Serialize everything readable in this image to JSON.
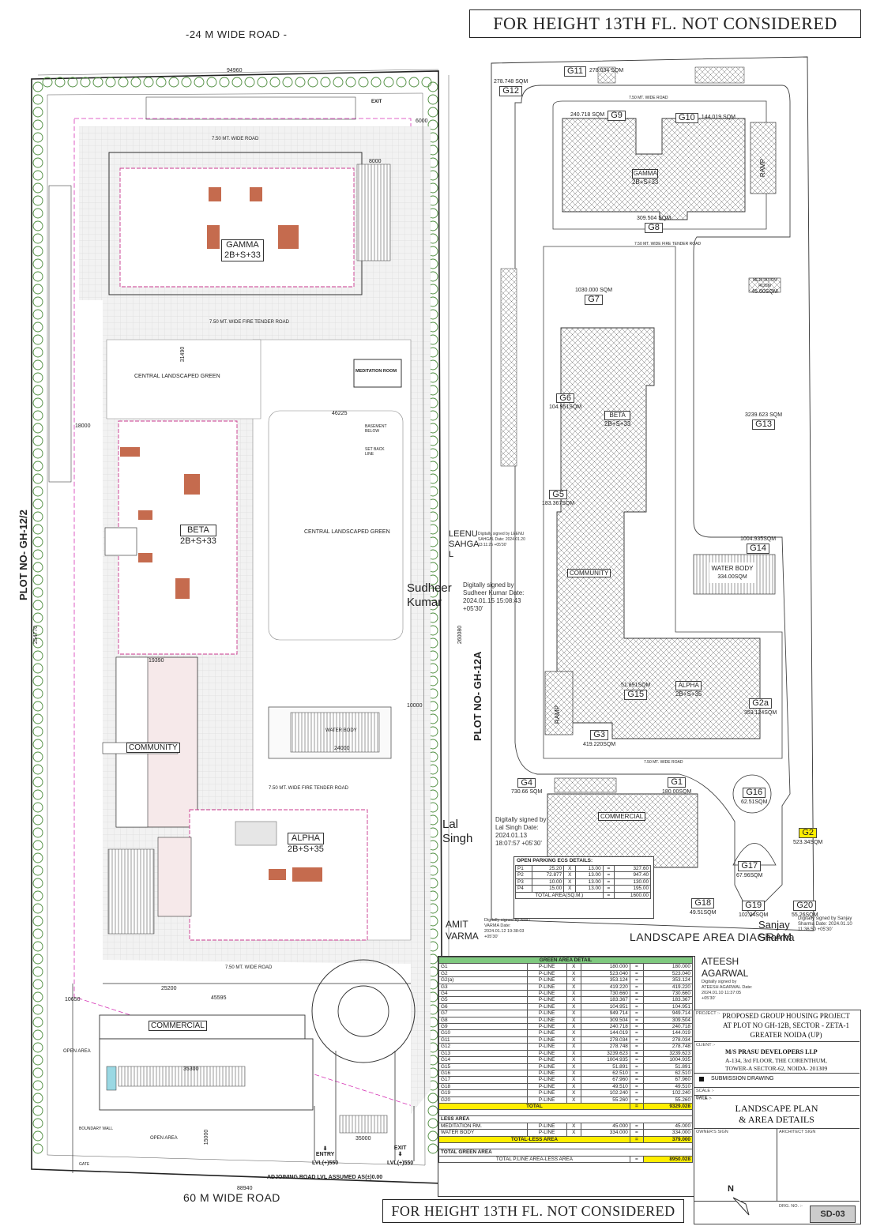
{
  "banners": {
    "top": "FOR HEIGHT 13TH FL. NOT CONSIDERED",
    "bottom": "FOR HEIGHT 13TH FL. NOT CONSIDERED"
  },
  "roads": {
    "top": "-24 M WIDE ROAD  -",
    "bottom": "60 M WIDE ROAD",
    "left_plot": "PLOT NO- GH-12/2",
    "right_plot": "PLOT NO- GH-12A",
    "adjoining": "ADJOINING ROAD LVL ASSUMED AS(±)0.00",
    "wide_road": "7.50 MT. WIDE ROAD",
    "fire_tender": "7.50 MT. WIDE FIRE TENDER ROAD"
  },
  "site": {
    "towers": [
      {
        "name": "GAMMA",
        "floors": "2B+S+33"
      },
      {
        "name": "BETA",
        "floors": "2B+S+33"
      },
      {
        "name": "ALPHA",
        "floors": "2B+S+35"
      }
    ],
    "labels": {
      "community": "COMMUNITY",
      "commercial": "COMMERCIAL",
      "central_green": "CENTRAL LANDSCAPED GREEN",
      "water_body": "WATER BODY",
      "meditation": "MEDITATION ROOM",
      "entry": "ENTRY",
      "exit": "EXIT",
      "entry_lvl": "LVL(+)550",
      "exit_lvl": "LVL(+)550",
      "open_area": "OPEN AREA",
      "boundary": "BOUNDARY WALL",
      "gate": "GATE",
      "basement": "BASEMENT BELOW",
      "set_back": "SET BACK LINE"
    },
    "dimensions": {
      "top": "94960",
      "bottom": "88940",
      "right": "260080",
      "left": "254770",
      "d1": "46225",
      "d2": "31490",
      "d3": "24000",
      "d4": "35000",
      "d5": "45595",
      "d6": "25200",
      "d7": "19390",
      "d8": "18000",
      "d9": "10000",
      "d10": "6000",
      "d11": "8000",
      "d12": "35300",
      "d13": "10650",
      "d14": "15000"
    }
  },
  "diagram": {
    "title": "LANDSCAPE AREA DIAGRAM",
    "wide_road": "7.50 MT. WIDE ROAD",
    "fire_tender": "7.50 MT. WIDE FIRE TENDER ROAD",
    "towers": [
      {
        "name": "GAMMA",
        "floors": "2B+S+33"
      },
      {
        "name": "BETA",
        "floors": "2B+S+33"
      },
      {
        "name": "ALPHA",
        "floors": "2B+S+35"
      }
    ],
    "community": "COMMUNITY",
    "commercial": "COMMERCIAL",
    "water_body": "WATER BODY",
    "water_area": "334.00SQM",
    "meditation": "MEDITATION ROOM",
    "meditation_area": "45.00SQM",
    "ramp": "RAMP",
    "zones": [
      {
        "id": "G1",
        "area": "180.00SQM"
      },
      {
        "id": "G2",
        "area": "523.34SQM"
      },
      {
        "id": "G2a",
        "area": "353.124SQM"
      },
      {
        "id": "G3",
        "area": "419.220SQM"
      },
      {
        "id": "G4",
        "area": "730.66 SQM"
      },
      {
        "id": "G5",
        "area": "183.367SQM"
      },
      {
        "id": "G6",
        "area": "104.951SQM"
      },
      {
        "id": "G7",
        "area": "1030.000 SQM"
      },
      {
        "id": "G8",
        "area": "309.504 SQM"
      },
      {
        "id": "G9",
        "area": "240.718 SQM"
      },
      {
        "id": "G10",
        "area": "144.019 SQM"
      },
      {
        "id": "G11",
        "area": "278.034 SQM"
      },
      {
        "id": "G12",
        "area": "278.748 SQM"
      },
      {
        "id": "G13",
        "area": "3239.623 SQM"
      },
      {
        "id": "G14",
        "area": "1004.935SQM"
      },
      {
        "id": "G15",
        "area": "51.891SQM"
      },
      {
        "id": "G16",
        "area": "62.51SQM"
      },
      {
        "id": "G17",
        "area": "67.96SQM"
      },
      {
        "id": "G18",
        "area": "49.51SQM"
      },
      {
        "id": "G19",
        "area": "102.24SQM"
      },
      {
        "id": "G20",
        "area": "55.26SQM"
      }
    ]
  },
  "signatures": [
    {
      "name": "LEENU SAHGA L",
      "text": "Digitally signed by LEENU SAHGAL Date: 2024.01.20 13:11:25 +05'30'"
    },
    {
      "name": "Sudheer Kumar",
      "text": "Digitally signed by Sudheer Kumar Date: 2024.01.15 15:08:43 +05'30'"
    },
    {
      "name": "Lal Singh",
      "text": "Digitally signed by Lal Singh Date: 2024.01.13 18:07:57 +05'30'"
    },
    {
      "name": "AMIT VARMA",
      "text": "Digitally signed by AMIT VARMA Date: 2024.01.12 19:38:03 +05'30'"
    },
    {
      "name": "Sanjay Sharma",
      "text": "Digitally signed by Sanjay Sharma Date: 2024.01.10 11:36:50 +05'30'"
    },
    {
      "name": "ATEESH AGARWAL",
      "text": "Digitally signed by ATEESH AGARWAL Date: 2024.01.10 11:37:05 +05'30'"
    }
  ],
  "parking": {
    "title": "OPEN PARKING ECS DETAILS:",
    "rows": [
      [
        "P1",
        "25.20",
        "X",
        "13.00",
        "=",
        "327.60"
      ],
      [
        "P2",
        "72.877",
        "X",
        "13.00",
        "=",
        "947.40"
      ],
      [
        "P3",
        "10.00",
        "X",
        "13.00",
        "=",
        "130.00"
      ],
      [
        "P4",
        "15.00",
        "X",
        "13.00",
        "=",
        "195.00"
      ]
    ],
    "total_label": "TOTAL AREA(SQ.M.)",
    "total_eq": "=",
    "total": "1600.00"
  },
  "green": {
    "title": "GREEN AREA DETAIL",
    "rows": [
      [
        "G1",
        "P-LINE",
        "X",
        "180.000",
        "=",
        "180.000"
      ],
      [
        "G2",
        "P-LINE",
        "X",
        "523.040",
        "=",
        "523.040"
      ],
      [
        "G2(a)",
        "P-LINE",
        "X",
        "353.124",
        "=",
        "353.124"
      ],
      [
        "G3",
        "P-LINE",
        "X",
        "419.220",
        "=",
        "419.220"
      ],
      [
        "G4",
        "P-LINE",
        "X",
        "730.660",
        "=",
        "730.660"
      ],
      [
        "G5",
        "P-LINE",
        "X",
        "183.367",
        "=",
        "183.367"
      ],
      [
        "G6",
        "P-LINE",
        "X",
        "104.951",
        "=",
        "104.951"
      ],
      [
        "G7",
        "P-LINE",
        "X",
        "949.714",
        "=",
        "949.714"
      ],
      [
        "G8",
        "P-LINE",
        "X",
        "309.504",
        "=",
        "309.504"
      ],
      [
        "G9",
        "P-LINE",
        "X",
        "240.718",
        "=",
        "240.718"
      ],
      [
        "G10",
        "P-LINE",
        "X",
        "144.019",
        "=",
        "144.019"
      ],
      [
        "G11",
        "P-LINE",
        "X",
        "278.034",
        "=",
        "278.034"
      ],
      [
        "G12",
        "P-LINE",
        "X",
        "278.748",
        "=",
        "278.748"
      ],
      [
        "G13",
        "P-LINE",
        "X",
        "3239.623",
        "=",
        "3239.623"
      ],
      [
        "G14",
        "P-LINE",
        "X",
        "1004.935",
        "=",
        "1004.935"
      ],
      [
        "G15",
        "P-LINE",
        "X",
        "51.891",
        "=",
        "51.891"
      ],
      [
        "G16",
        "P-LINE",
        "X",
        "62.510",
        "=",
        "62.510"
      ],
      [
        "G17",
        "P-LINE",
        "X",
        "67.960",
        "=",
        "67.960"
      ],
      [
        "G18",
        "P-LINE",
        "X",
        "49.510",
        "=",
        "49.510"
      ],
      [
        "G19",
        "P-LINE",
        "X",
        "102.240",
        "=",
        "102.240"
      ],
      [
        "G20",
        "P-LINE",
        "X",
        "55.260",
        "=",
        "55.260"
      ]
    ],
    "total_label": "TOTAL",
    "total_eq": "=",
    "total": "9329.028",
    "less_title": "LESS AREA",
    "less_rows": [
      [
        "MEDITATION RM.",
        "P-LINE",
        "X",
        "45.000",
        "=",
        "45.000"
      ],
      [
        "WATER BODY",
        "P-LINE",
        "X",
        "334.000",
        "=",
        "334.000"
      ]
    ],
    "less_total_label": "TOTAL-LESS AREA",
    "less_total_eq": "=",
    "less_total": "379.000",
    "final_title": "TOTAL GREEN AREA",
    "final_label": "TOTAL P.LINE AREA-LESS AREA",
    "final_eq": "=",
    "final_total": "8950.028"
  },
  "title_block": {
    "project_label": "PROJECT :-",
    "project": [
      "PROPOSED GROUP HOUSING PROJECT",
      "AT PLOT NO GH-12B, SECTOR - ZETA-1",
      "GREATER NOIDA (UP)"
    ],
    "client_label": "CLIENT :-",
    "client": [
      "M/S PRASU DEVELOPERS LLP",
      "A-134, 3rd FLOOR, THE CORENTHUM,",
      "TOWER-A SECTOR-62, NOIDA- 201309"
    ],
    "submission": "SUBMISSION DRAWING",
    "scale": "SCALE :-",
    "date": "DATE :-",
    "title_label": "TITLE :-",
    "title": [
      "LANDSCAPE PLAN",
      "& AREA DETAILS"
    ],
    "owner_sign": "OWNER'S SIGN",
    "architect_sign": "ARCHITECT SIGN",
    "north": "N",
    "drg_no_label": "DRG. NO. :-",
    "drg_no": "SD-03"
  }
}
